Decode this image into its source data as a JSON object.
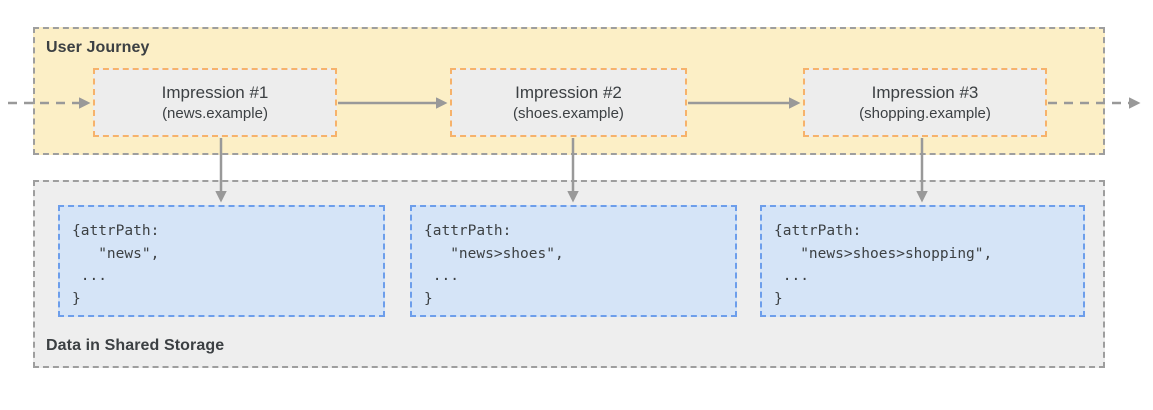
{
  "diagram": {
    "user_journey": {
      "label": "User Journey",
      "impressions": [
        {
          "title": "Impression #1",
          "site": "(news.example)"
        },
        {
          "title": "Impression #2",
          "site": "(shoes.example)"
        },
        {
          "title": "Impression #3",
          "site": "(shopping.example)"
        }
      ]
    },
    "shared_storage": {
      "label": "Data in Shared Storage",
      "entries": [
        {
          "code": "{attrPath:\n   \"news\",\n ...\n}"
        },
        {
          "code": "{attrPath:\n   \"news>shoes\",\n ...\n}"
        },
        {
          "code": "{attrPath:\n   \"news>shoes>shopping\",\n ...\n}"
        }
      ]
    },
    "colors": {
      "journey_background": "#FCEFC6",
      "impression_border": "#F6B26B",
      "impression_background": "#EDEDED",
      "storage_background": "#EEEEEE",
      "container_border": "#9E9E9E",
      "entry_background": "#D5E4F7",
      "entry_border": "#6D9EEB",
      "arrow": "#999999",
      "text": "#3C4043"
    }
  }
}
